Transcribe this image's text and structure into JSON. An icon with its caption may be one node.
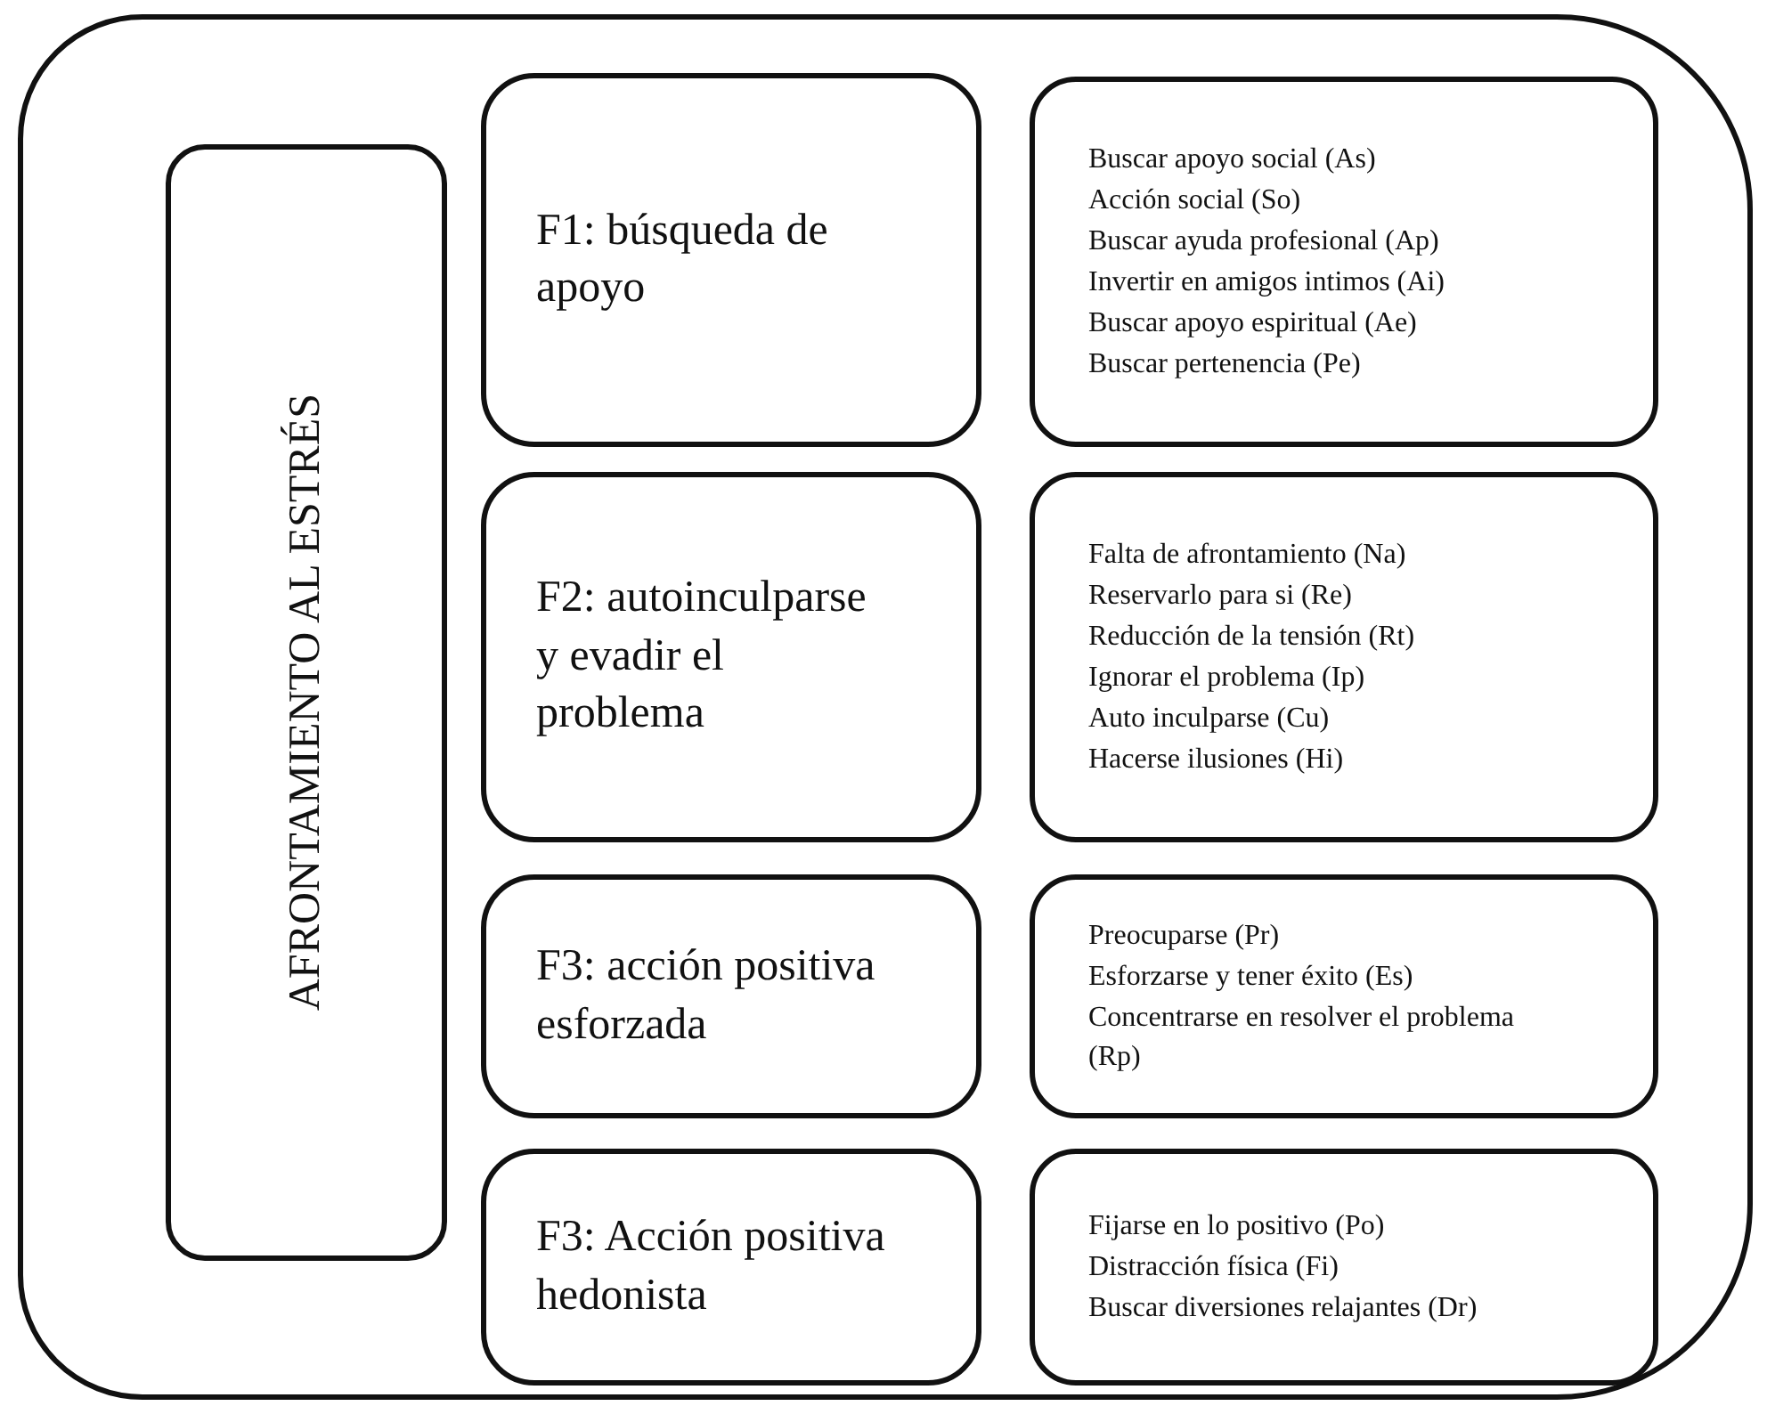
{
  "diagram": {
    "nodes": [
      {
        "text": [],
        "shape": "box"
      },
      {
        "text": [
          "AFRONTAMIENTO AL ESTRÉS"
        ],
        "in": 0
      },
      {
        "text": [
          "F1: búsqueda de apoyo"
        ],
        "in": 0
      },
      {
        "text": [
          "Buscar apoyo social (As)",
          "Acción social (So)",
          "Buscar ayuda profesional (Ap)",
          "Invertir en amigos intimos (Ai)",
          "Buscar apoyo espiritual (Ae)",
          "Buscar pertenencia (Pe)"
        ],
        "in": 0
      },
      {
        "text": [
          "F2: autoinculparse y evadir el problema"
        ],
        "in": 0
      },
      {
        "text": [
          "Falta de afrontamiento (Na)",
          "Reservarlo para si (Re)",
          "Reducción de la tensión (Rt)",
          "Ignorar el problema (Ip)",
          "Auto inculparse (Cu)",
          "Hacerse ilusiones (Hi)"
        ],
        "in": 0
      },
      {
        "text": [
          "F3: acción positiva esforzada"
        ],
        "in": 0
      },
      {
        "text": [
          "Preocuparse (Pr)",
          "Esforzarse y tener éxito (Es)",
          "Concentrarse en resolver el problema (Rp)"
        ],
        "in": 0
      },
      {
        "text": [
          "F3: Acción positiva hedonista"
        ],
        "in": 0
      },
      {
        "text": [
          "Fijarse en lo positivo (Po)",
          "Distracción física (Fi)",
          "Buscar diversiones relajantes (Dr)"
        ],
        "in": 0
      }
    ]
  }
}
